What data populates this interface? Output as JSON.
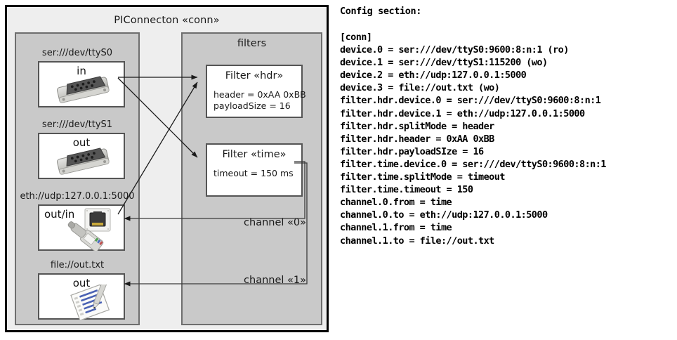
{
  "diagram": {
    "title": "PIConnecton «conn»",
    "panels": {
      "devices": {
        "items": [
          {
            "name": "ttyS0",
            "label": "ser:///dev/ttyS0",
            "direction": "in",
            "icon": "serial-port-icon"
          },
          {
            "name": "ttyS1",
            "label": "ser:///dev/ttyS1",
            "direction": "out",
            "icon": "serial-port-icon"
          },
          {
            "name": "eth",
            "label": "eth://udp:127.0.0.1:5000",
            "direction": "out/in",
            "icon": "network-plug-icon"
          },
          {
            "name": "file",
            "label": "file://out.txt",
            "direction": "out",
            "icon": "document-edit-icon"
          }
        ]
      },
      "filters": {
        "title": "filters",
        "items": [
          {
            "name": "hdr",
            "title": "Filter «hdr»",
            "props": "header = 0xAA 0xBB\npayloadSize = 16"
          },
          {
            "name": "time",
            "title": "Filter «time»",
            "props": "timeout = 150 ms"
          }
        ]
      }
    },
    "channels": [
      {
        "name": "0",
        "label": "channel «0»"
      },
      {
        "name": "1",
        "label": "channel «1»"
      }
    ]
  },
  "config": {
    "heading": "Config section:",
    "body": "[conn]\ndevice.0 = ser:///dev/ttyS0:9600:8:n:1 (ro)\ndevice.1 = ser:///dev/ttyS1:115200 (wo)\ndevice.2 = eth://udp:127.0.0.1:5000\ndevice.3 = file://out.txt (wo)\nfilter.hdr.device.0 = ser:///dev/ttyS0:9600:8:n:1\nfilter.hdr.device.1 = eth://udp:127.0.0.1:5000\nfilter.hdr.splitMode = header\nfilter.hdr.header = 0xAA 0xBB\nfilter.hdr.payloadSIze = 16\nfilter.time.device.0 = ser:///dev/ttyS0:9600:8:n:1\nfilter.time.splitMode = timeout\nfilter.time.timeout = 150\nchannel.0.from = time\nchannel.0.to = eth://udp:127.0.0.1:5000\nchannel.1.from = time\nchannel.1.to = file://out.txt"
  },
  "colors": {
    "frame_border": "#000000",
    "outer_background": "#eeeeee",
    "panel_background": "#c9c9c9",
    "panel_border": "#6e6e6e",
    "box_background": "#ffffff",
    "box_border": "#555555",
    "connector": "#1a1a1a"
  }
}
